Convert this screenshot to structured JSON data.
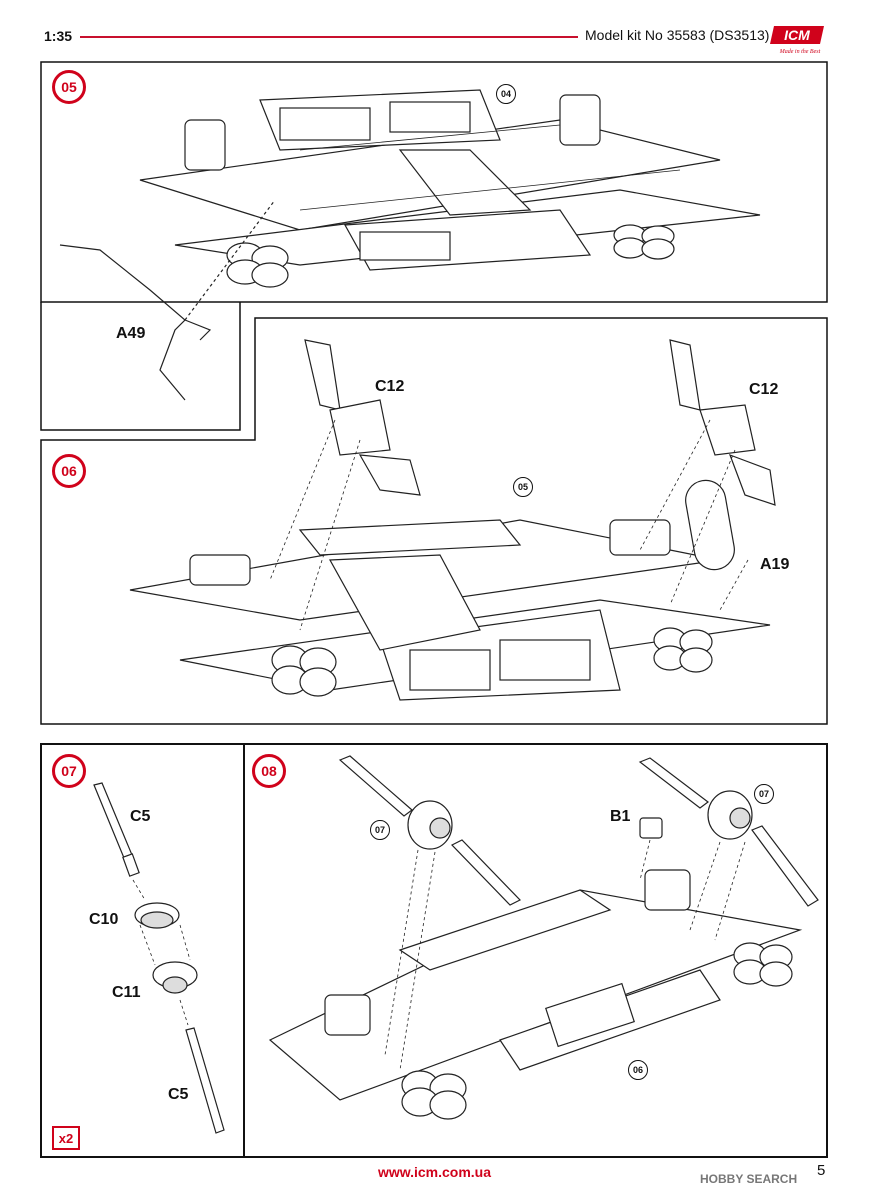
{
  "header": {
    "scale": "1:35",
    "kit_label": "Model kit No 35583 (DS3513)",
    "logo_text": "ICM",
    "logo_tagline": "Made in the Best"
  },
  "steps": [
    {
      "number": "05",
      "ref": "04",
      "parts": [
        "A49"
      ]
    },
    {
      "number": "06",
      "ref": "05",
      "parts": [
        "C12",
        "C12",
        "A19"
      ]
    },
    {
      "number": "07",
      "parts": [
        "C5",
        "C10",
        "C11",
        "C5"
      ],
      "multiplier": "x2"
    },
    {
      "number": "08",
      "refs": [
        "07",
        "07",
        "06"
      ],
      "parts": [
        "B1"
      ]
    }
  ],
  "footer": {
    "url": "www.icm.com.ua",
    "page_number": "5",
    "watermark": "HOBBY SEARCH"
  },
  "colors": {
    "accent": "#d0021b",
    "line": "#111111"
  }
}
